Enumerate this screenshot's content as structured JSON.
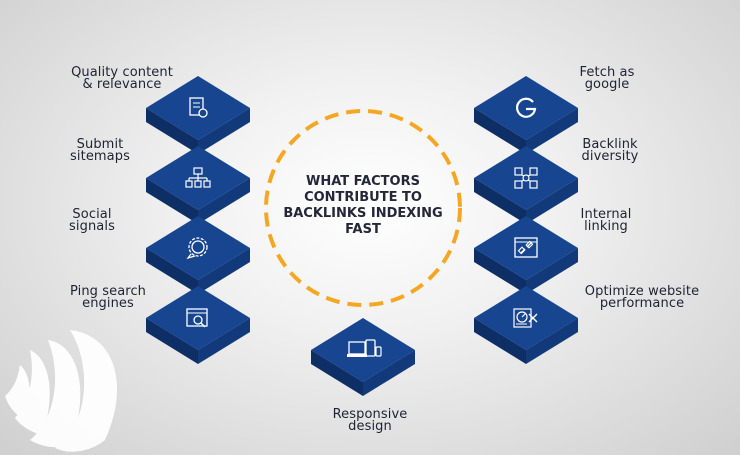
{
  "center": {
    "title": "WHAT FACTORS\nCONTRIBUTE TO\nBACKLINKS INDEXING\nFAST"
  },
  "colors": {
    "tile_top": "#17458f",
    "tile_left": "#0e2f66",
    "tile_right": "#123a7a",
    "accent": "#f5a623",
    "text": "#1f2233"
  },
  "factors": [
    {
      "label": "Quality content\n& relevance",
      "icon": "document-gear-icon"
    },
    {
      "label": "Submit\nsitemaps",
      "icon": "sitemap-icon"
    },
    {
      "label": "Social\nsignals",
      "icon": "speech-bubble-icon"
    },
    {
      "label": "Ping search\nengines",
      "icon": "browser-search-icon"
    },
    {
      "label": "Responsive\ndesign",
      "icon": "devices-icon"
    },
    {
      "label": "Fetch as\ngoogle",
      "icon": "google-g-icon"
    },
    {
      "label": "Backlink\ndiversity",
      "icon": "link-nodes-icon"
    },
    {
      "label": "Internal\nlinking",
      "icon": "browser-link-icon"
    },
    {
      "label": "Optimize website\nperformance",
      "icon": "speed-gauge-icon"
    }
  ]
}
